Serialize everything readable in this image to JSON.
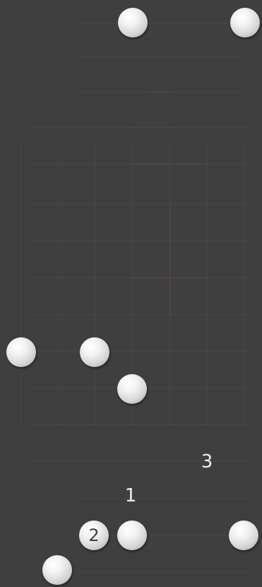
{
  "board": {
    "background": "#3f3f40",
    "grid_color": "#55514f",
    "highlight_color": "#6a4a3a",
    "stones": [
      {
        "color": "white",
        "label": ""
      },
      {
        "color": "white",
        "label": ""
      },
      {
        "color": "white",
        "label": ""
      },
      {
        "color": "white",
        "label": ""
      },
      {
        "color": "white",
        "label": ""
      },
      {
        "color": "white",
        "label": "2"
      },
      {
        "color": "white",
        "label": ""
      },
      {
        "color": "white",
        "label": ""
      },
      {
        "color": "white",
        "label": ""
      }
    ],
    "move_labels": [
      "3",
      "1"
    ]
  }
}
